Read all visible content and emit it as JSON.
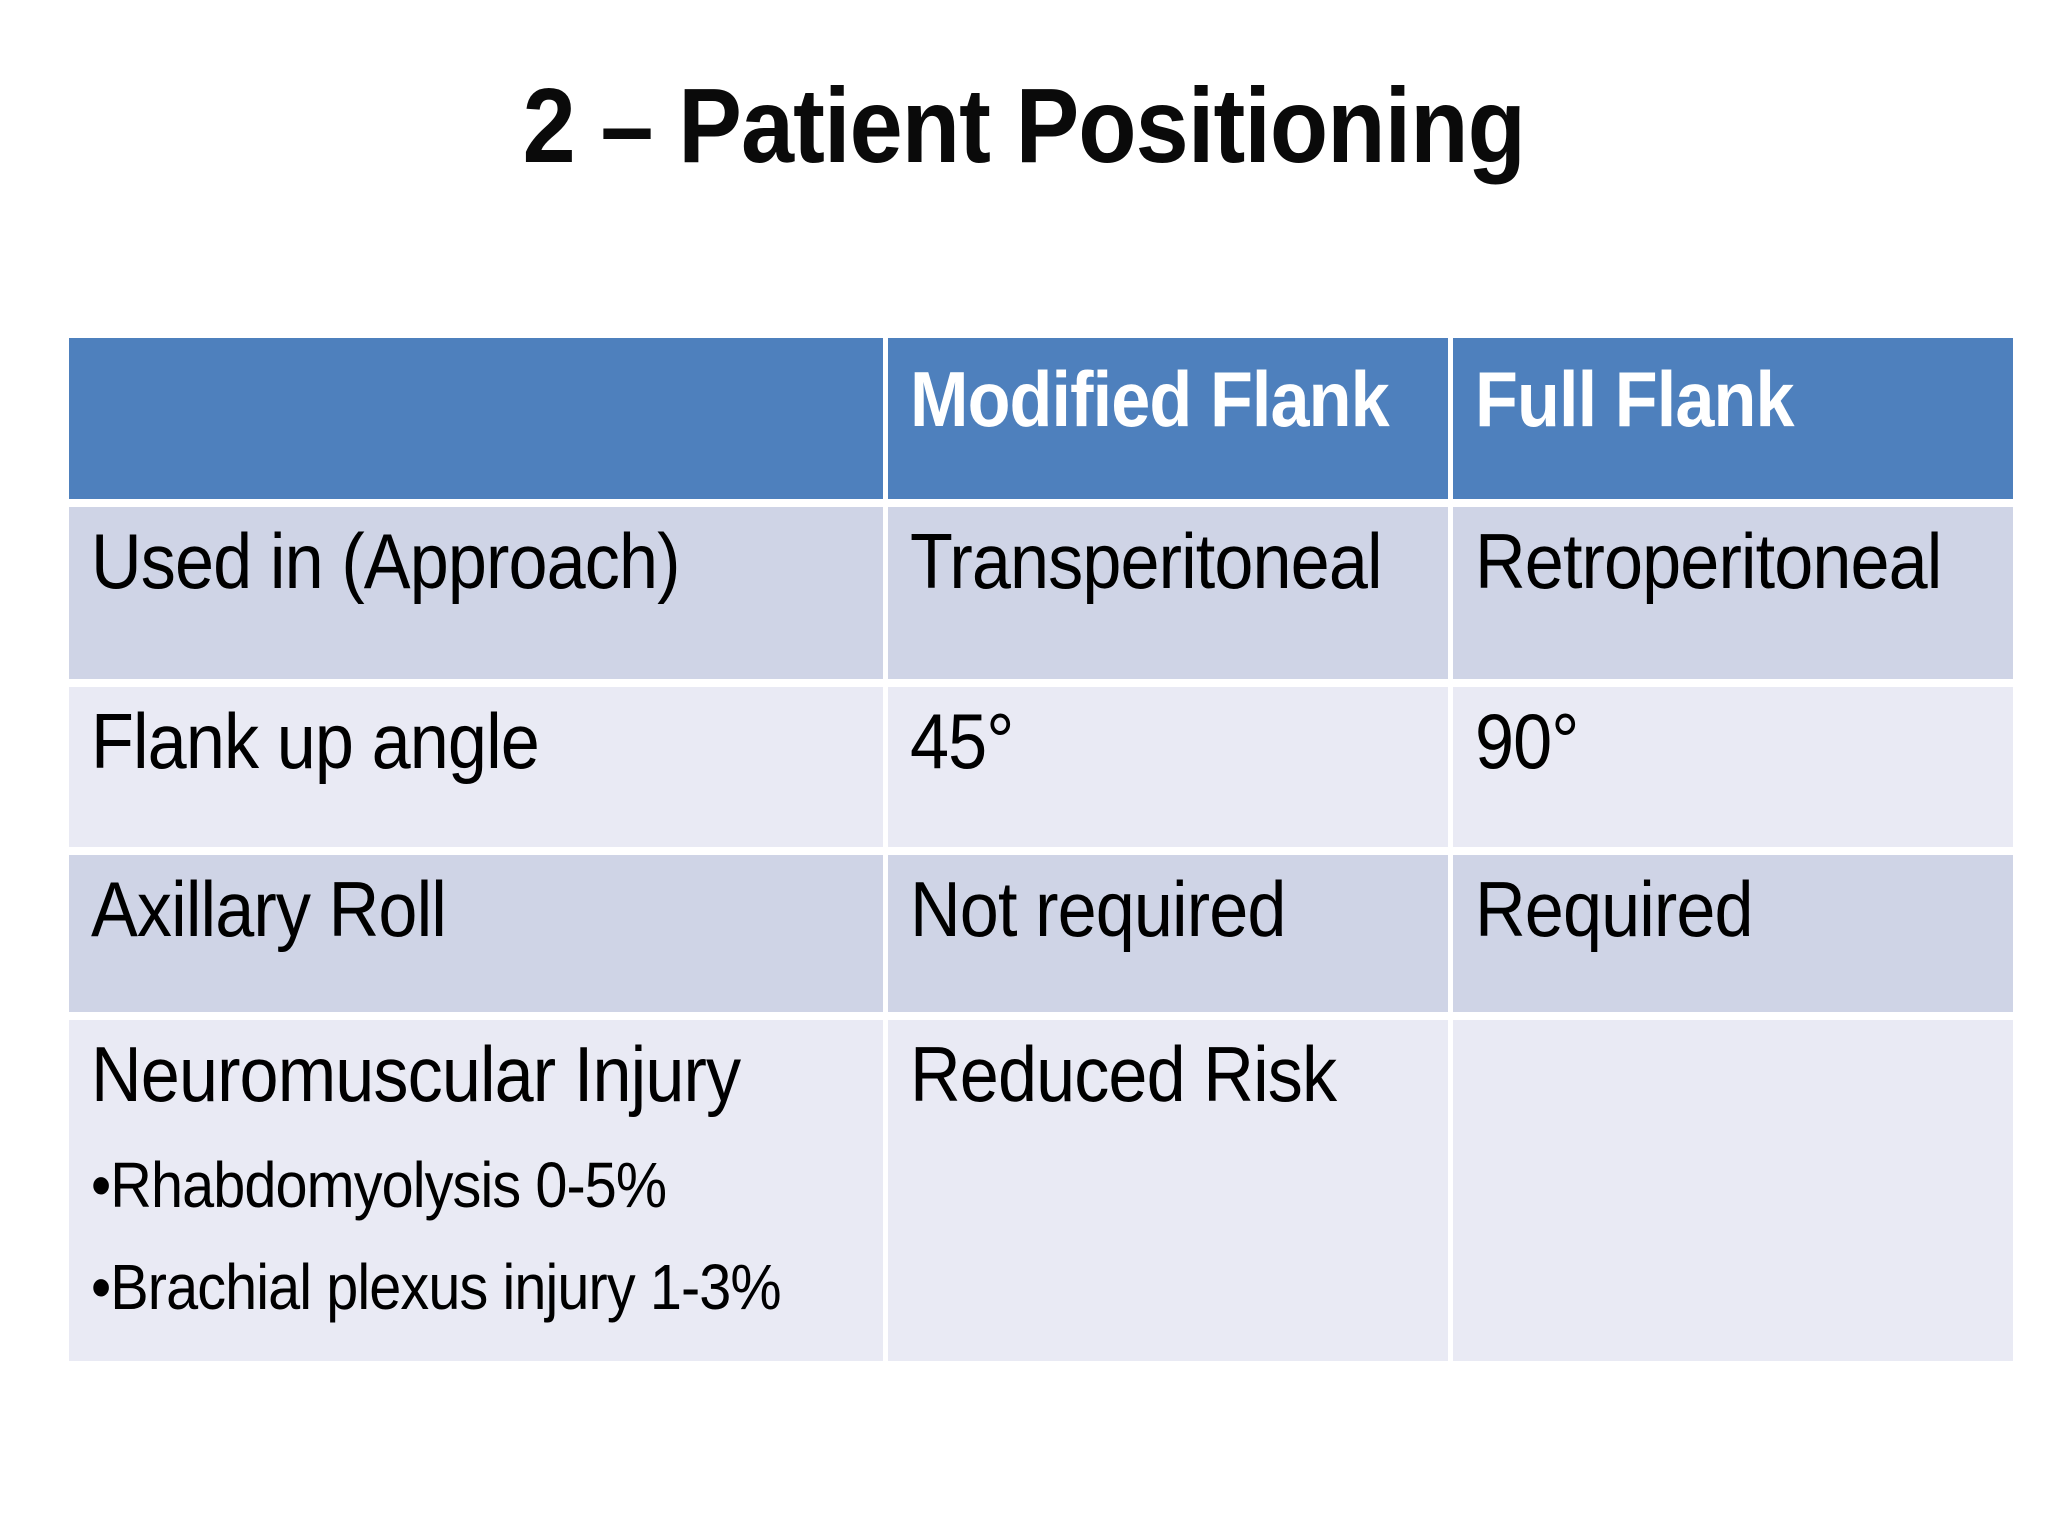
{
  "title": "2 – Patient Positioning",
  "table": {
    "header": {
      "col1": "",
      "col2": "Modified Flank",
      "col3": "Full Flank"
    },
    "rows": [
      {
        "label": "Used in (Approach)",
        "modified": "Transperitoneal",
        "full": "Retroperitoneal"
      },
      {
        "label": "Flank up angle",
        "modified": "45°",
        "full": "90°"
      },
      {
        "label": "Axillary Roll",
        "modified": "Not required",
        "full": "Required"
      },
      {
        "label": "Neuromuscular Injury",
        "label_bullets": [
          "•Rhabdomyolysis 0-5%",
          "•Brachial plexus injury 1-3%"
        ],
        "modified": "Reduced Risk",
        "full": ""
      }
    ],
    "colors": {
      "header_bg": "#4e80bd",
      "header_text": "#ffffff",
      "band_dark": "#cfd4e6",
      "band_light": "#e9eaf4",
      "border": "#ffffff",
      "body_text": "#000000"
    }
  }
}
